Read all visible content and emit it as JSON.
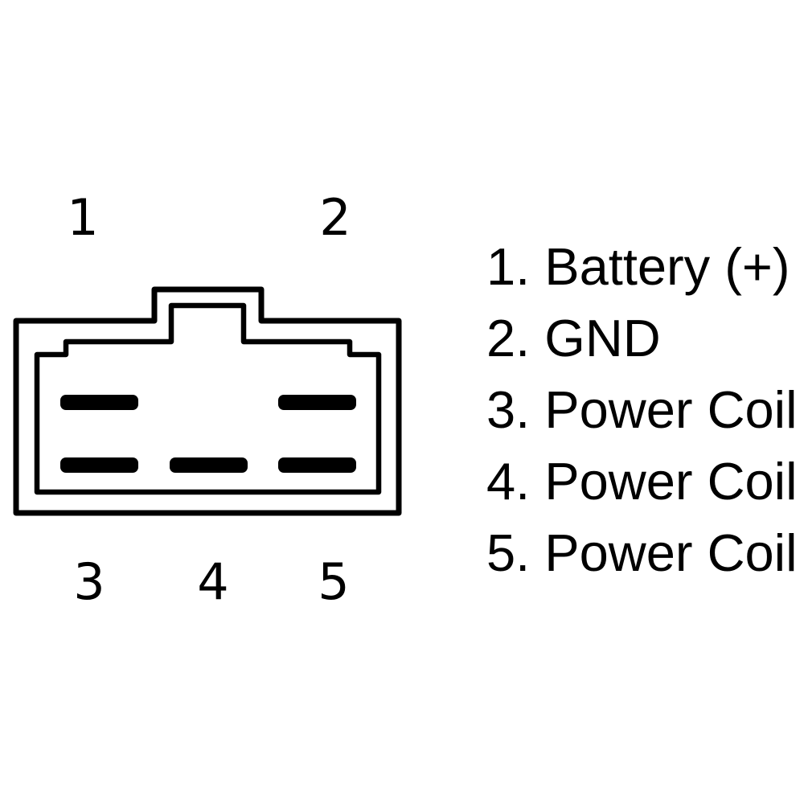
{
  "page": {
    "background_color": "#ffffff",
    "ink_color": "#000000"
  },
  "connector": {
    "pin_labels": [
      "1",
      "2",
      "3",
      "4",
      "5"
    ]
  },
  "legend": {
    "items": [
      {
        "pin": "1",
        "label": "Battery (+)",
        "text": "1. Battery (+)"
      },
      {
        "pin": "2",
        "label": "GND",
        "text": "2. GND"
      },
      {
        "pin": "3",
        "label": "Power Coil",
        "text": "3. Power Coil"
      },
      {
        "pin": "4",
        "label": "Power Coil",
        "text": "4. Power Coil"
      },
      {
        "pin": "5",
        "label": "Power Coil",
        "text": "5. Power Coil"
      }
    ]
  }
}
